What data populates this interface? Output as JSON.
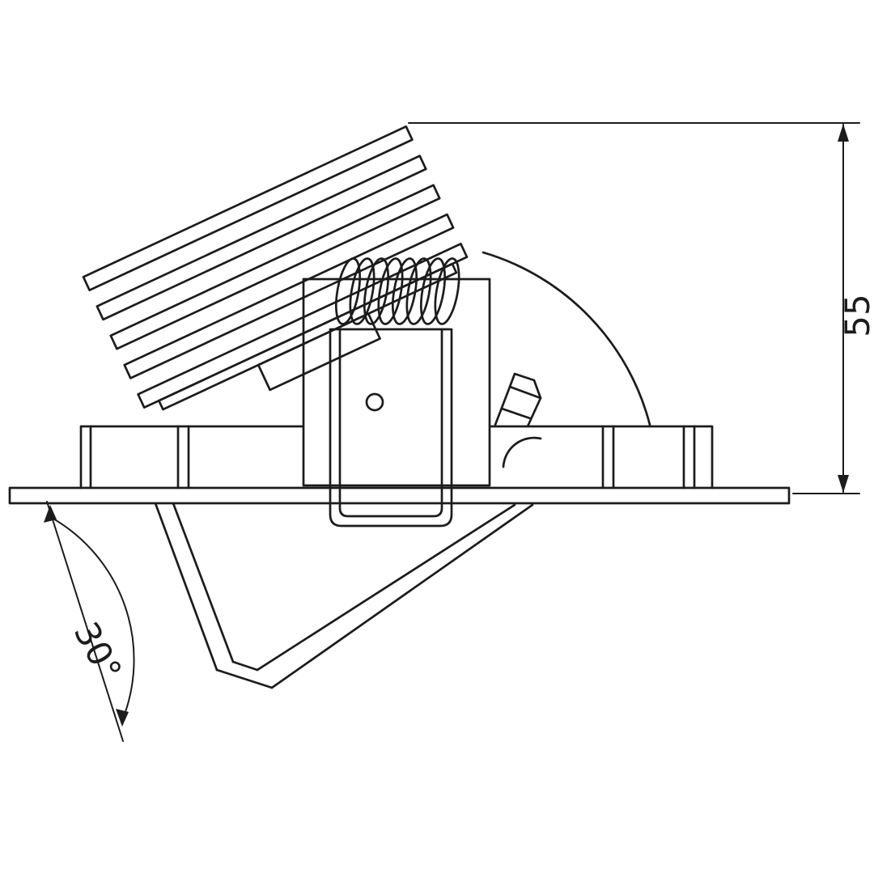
{
  "drawing": {
    "kind": "technical-line-drawing",
    "subject": "adjustable recessed downlight, side section, tilted lamp head",
    "background_color": "#ffffff",
    "line_color": "#1c1c1c",
    "annotations": {
      "height_dimension": "55",
      "tilt_angle": "30°"
    }
  }
}
